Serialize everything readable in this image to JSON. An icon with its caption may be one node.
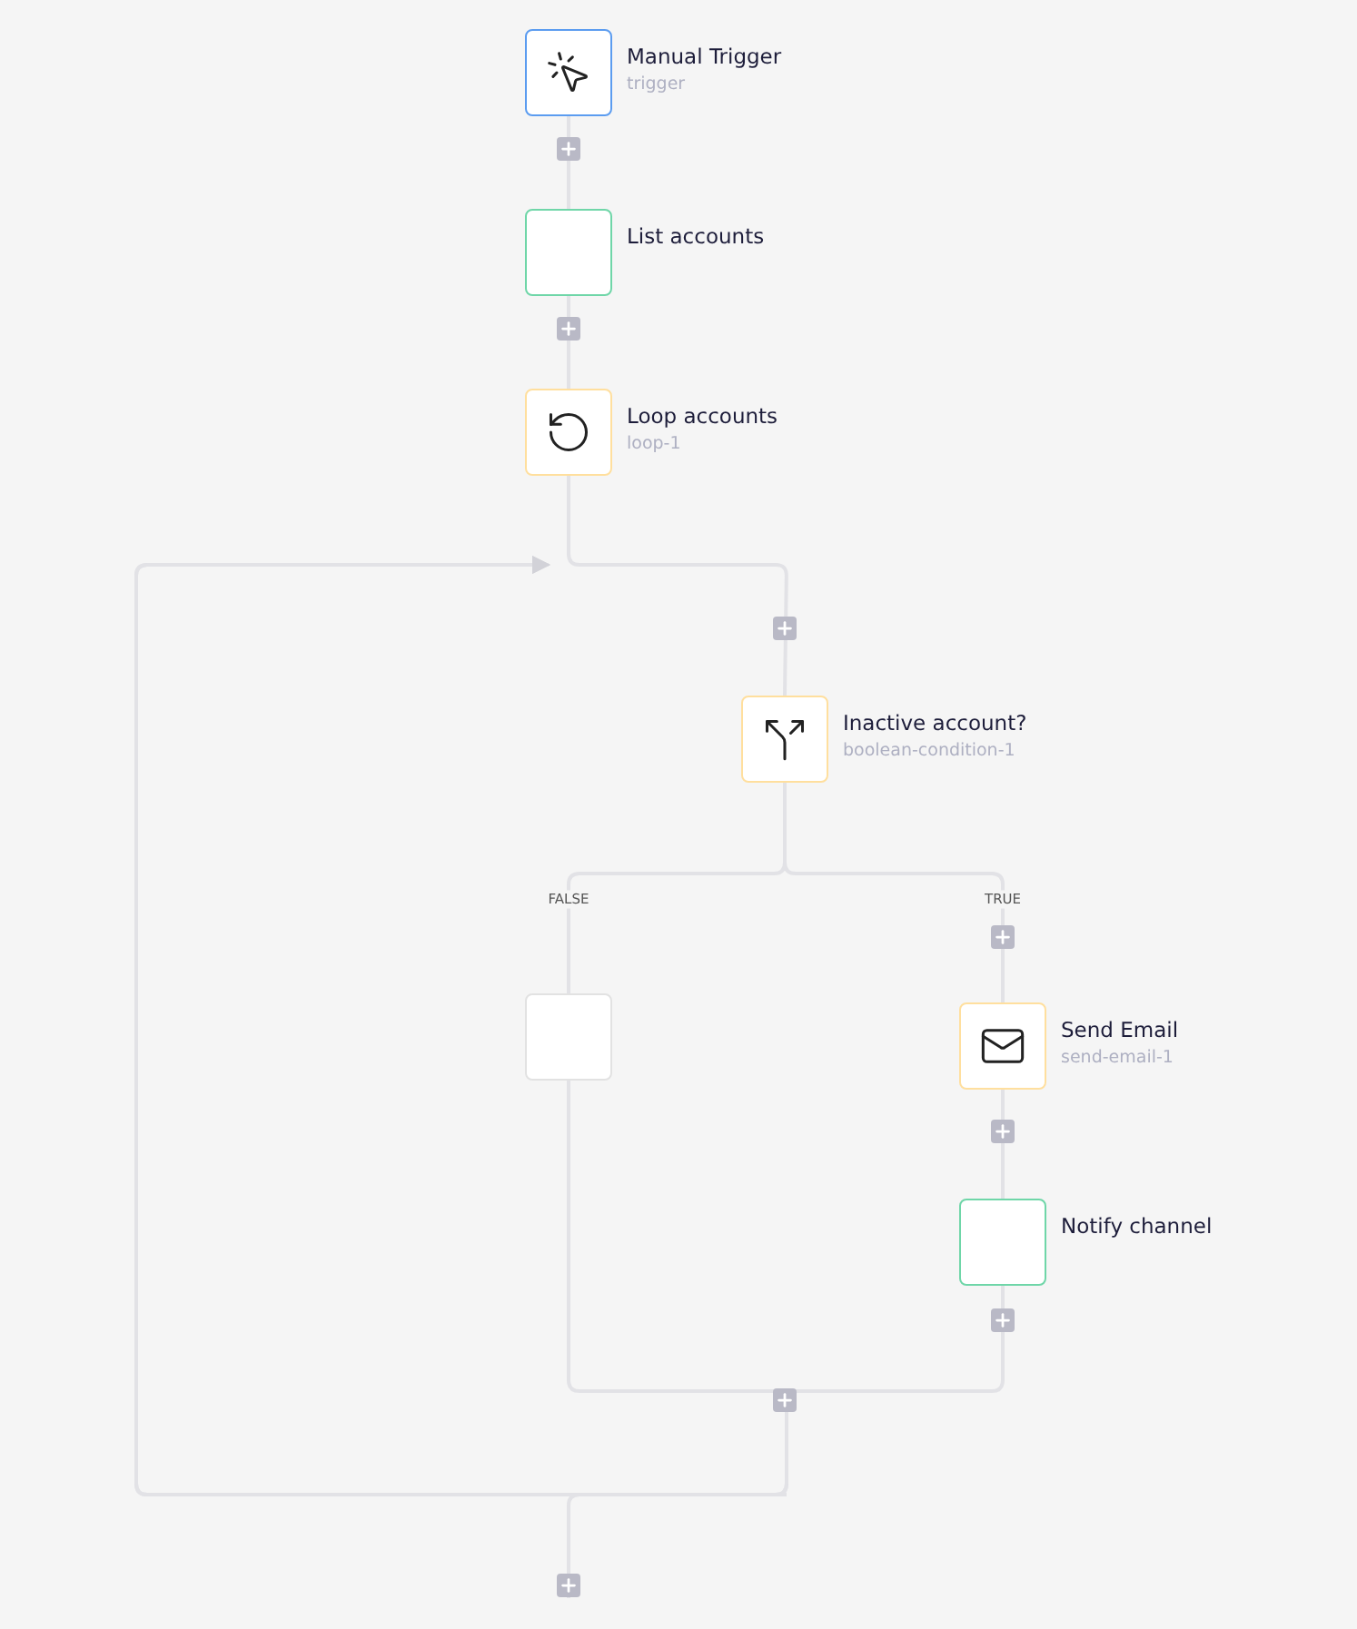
{
  "diagram": {
    "nodes": [
      {
        "text": [
          "Manual Trigger",
          "trigger"
        ]
      },
      {
        "text": [
          "List accounts"
        ]
      },
      {
        "text": [
          "Loop accounts",
          "loop-1"
        ]
      },
      {
        "text": [
          "Inactive account?",
          "boolean-condition-1"
        ]
      },
      {
        "text": [],
        "shape": "box"
      },
      {
        "text": [
          "Send Email",
          "send-email-1"
        ]
      },
      {
        "text": [
          "Notify channel"
        ]
      }
    ],
    "edges": [
      {
        "from": 0,
        "to": 1,
        "arrow": "none"
      },
      {
        "from": 1,
        "to": 2,
        "arrow": "none"
      },
      {
        "from": 2,
        "to": 3,
        "arrow": "none"
      },
      {
        "from": 3,
        "to": 4,
        "arrow": "none",
        "label": "FALSE"
      },
      {
        "from": 3,
        "to": 5,
        "arrow": "none",
        "label": "TRUE"
      },
      {
        "from": 5,
        "to": 6,
        "arrow": "none"
      },
      {
        "from": 4,
        "to": null,
        "arrow": "to"
      },
      {
        "from": 6,
        "to": null,
        "arrow": "to"
      }
    ]
  }
}
